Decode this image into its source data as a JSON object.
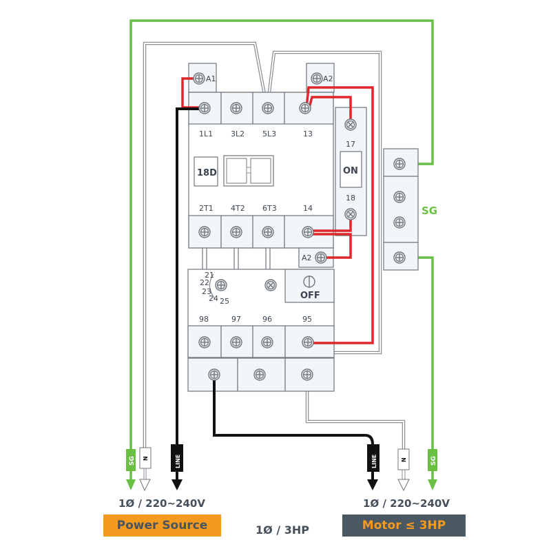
{
  "diagram": {
    "title": "1Ø / 3HP",
    "contactor": {
      "model": "18D",
      "coil_terminals": [
        "A1",
        "A2"
      ],
      "top_terminals": [
        "1L1",
        "3L2",
        "5L3",
        "13"
      ],
      "bottom_terminals": [
        "2T1",
        "4T2",
        "6T3",
        "14"
      ],
      "aux_a2": "A2"
    },
    "on_button": {
      "label": "ON",
      "terminals": [
        "17",
        "18"
      ]
    },
    "overload_relay": {
      "dial_values": [
        "21",
        "22",
        "23",
        "24",
        "25"
      ],
      "off_label": "OFF",
      "terminals": [
        "98",
        "97",
        "96",
        "95"
      ]
    },
    "ground_block": {
      "label": "SG"
    },
    "wires": {
      "line": "LINE",
      "neutral": "N",
      "ground": "SG"
    },
    "power_source": {
      "voltage": "1Ø / 220~240V",
      "label": "Power Source",
      "color": "#f39a1f"
    },
    "motor": {
      "voltage": "1Ø / 220~240V",
      "label": "Motor ≤ 3HP",
      "color": "#4a5864",
      "label_color": "#f39a1f"
    },
    "colors": {
      "ground_wire": "#6abf45",
      "control_wire": "#e0252b",
      "line_wire": "#111111",
      "neutral_wire": "#8a8f94"
    }
  }
}
